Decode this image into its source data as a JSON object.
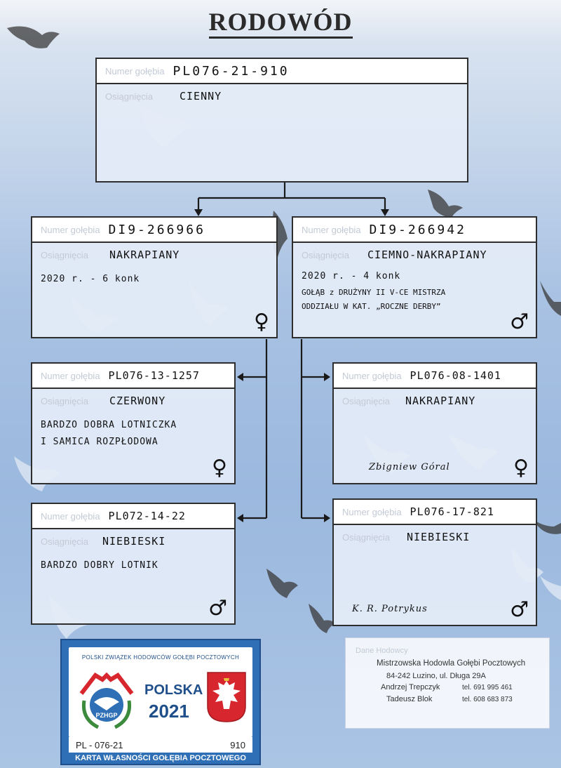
{
  "title": "RODOWÓD",
  "labels": {
    "number": "Numer gołębia",
    "achievements": "Osiągnięcia"
  },
  "bird": {
    "number": "PL076-21-910",
    "color": "CIENNY"
  },
  "father": {
    "number": "DI9-266966",
    "color": "NAKRAPIANY",
    "line1": "2020 r. - 6 konk",
    "sign": "♀"
  },
  "mother": {
    "number": "DI9-266942",
    "color": "CIEMNO-NAKRAPIANY",
    "line1": "2020 r. - 4 konk",
    "line2": "GOŁĄB z DRUŻYNY II V-CE MISTRZA",
    "line3": "ODDZIAŁU W KAT. „ROCZNE DERBY”",
    "sign": "♂"
  },
  "gp1": {
    "number": "PL076-13-1257",
    "color": "CZERWONY",
    "line1": "BARDZO DOBRA LOTNICZKA",
    "line2": "I SAMICA ROZPŁODOWA",
    "sign": "♀"
  },
  "gp2": {
    "number": "PL072-14-22",
    "color": "NIEBIESKI",
    "line1": "BARDZO DOBRY LOTNIK",
    "sign": "♂"
  },
  "gp3": {
    "number": "PL076-08-1401",
    "color": "NAKRAPIANY",
    "line1": "Zbigniew Góral",
    "sign": "♀"
  },
  "gp4": {
    "number": "PL076-17-821",
    "color": "NIEBIESKI",
    "line1": "K. R. Potrykus",
    "sign": "♂"
  },
  "card": {
    "association": "POLSKI ZWIĄZEK HODOWCÓW GOŁĘBI POCZTOWYCH",
    "logo_text": "PZHGP",
    "country": "POLSKA",
    "year": "2021",
    "id_prefix": "PL - 076-21",
    "id_number": "910",
    "footer": "KARTA WŁASNOŚCI GOŁĘBIA POCZTOWEGO"
  },
  "breeder": {
    "label": "Dane Hodowcy",
    "name": "Mistrzowska Hodowla Gołębi Pocztowych",
    "address": "84-242 Luzino, ul. Długa 29A",
    "person1": "Andrzej  Trepczyk",
    "phone1": "tel. 691 995 461",
    "person2": "Tadeusz  Blok",
    "phone2": "tel. 608 683 873"
  },
  "colors": {
    "frame": "#2e2e2e",
    "card_blue": "#2f6fb5",
    "flag_red": "#d7262e"
  }
}
